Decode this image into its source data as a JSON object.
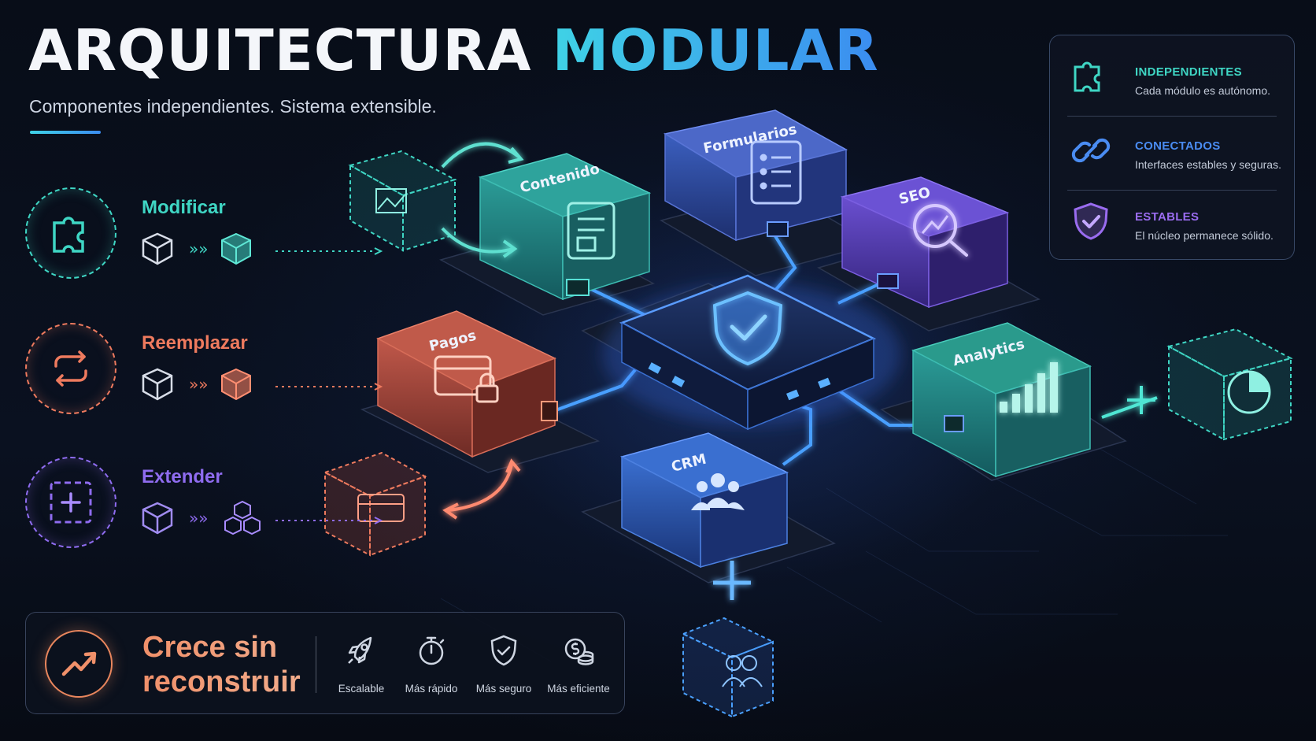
{
  "title": {
    "part1": "ARQUITECTURA",
    "part2": "MODULAR"
  },
  "subtitle": "Componentes independientes. Sistema extensible.",
  "actions": [
    {
      "label": "Modificar",
      "color": "#3fd6c4",
      "icon": "puzzle-icon"
    },
    {
      "label": "Reemplazar",
      "color": "#ee7a5e",
      "icon": "swap-arrows-icon"
    },
    {
      "label": "Extender",
      "color": "#8f6cf0",
      "icon": "add-square-icon"
    }
  ],
  "modules": {
    "contenido": "Contenido",
    "formularios": "Formularios",
    "seo": "SEO",
    "pagos": "Pagos",
    "analytics": "Analytics",
    "crm": "CRM"
  },
  "features": [
    {
      "title": "INDEPENDIENTES",
      "description": "Cada módulo es autónomo.",
      "icon": "puzzle-icon",
      "color": "#3fd6c4"
    },
    {
      "title": "CONECTADOS",
      "description": "Interfaces estables y seguras.",
      "icon": "link-icon",
      "color": "#4a8cf2"
    },
    {
      "title": "ESTABLES",
      "description": "El núcleo permanece sólido.",
      "icon": "shield-check-icon",
      "color": "#9a6cf0"
    }
  ],
  "growth": {
    "headline_line1": "Crece sin",
    "headline_line2": "reconstruir",
    "icon": "trend-up-icon",
    "benefits": [
      {
        "label": "Escalable",
        "icon": "rocket-icon"
      },
      {
        "label": "Más rápido",
        "icon": "stopwatch-icon"
      },
      {
        "label": "Más seguro",
        "icon": "shield-check-icon"
      },
      {
        "label": "Más eficiente",
        "icon": "coins-icon"
      }
    ]
  }
}
